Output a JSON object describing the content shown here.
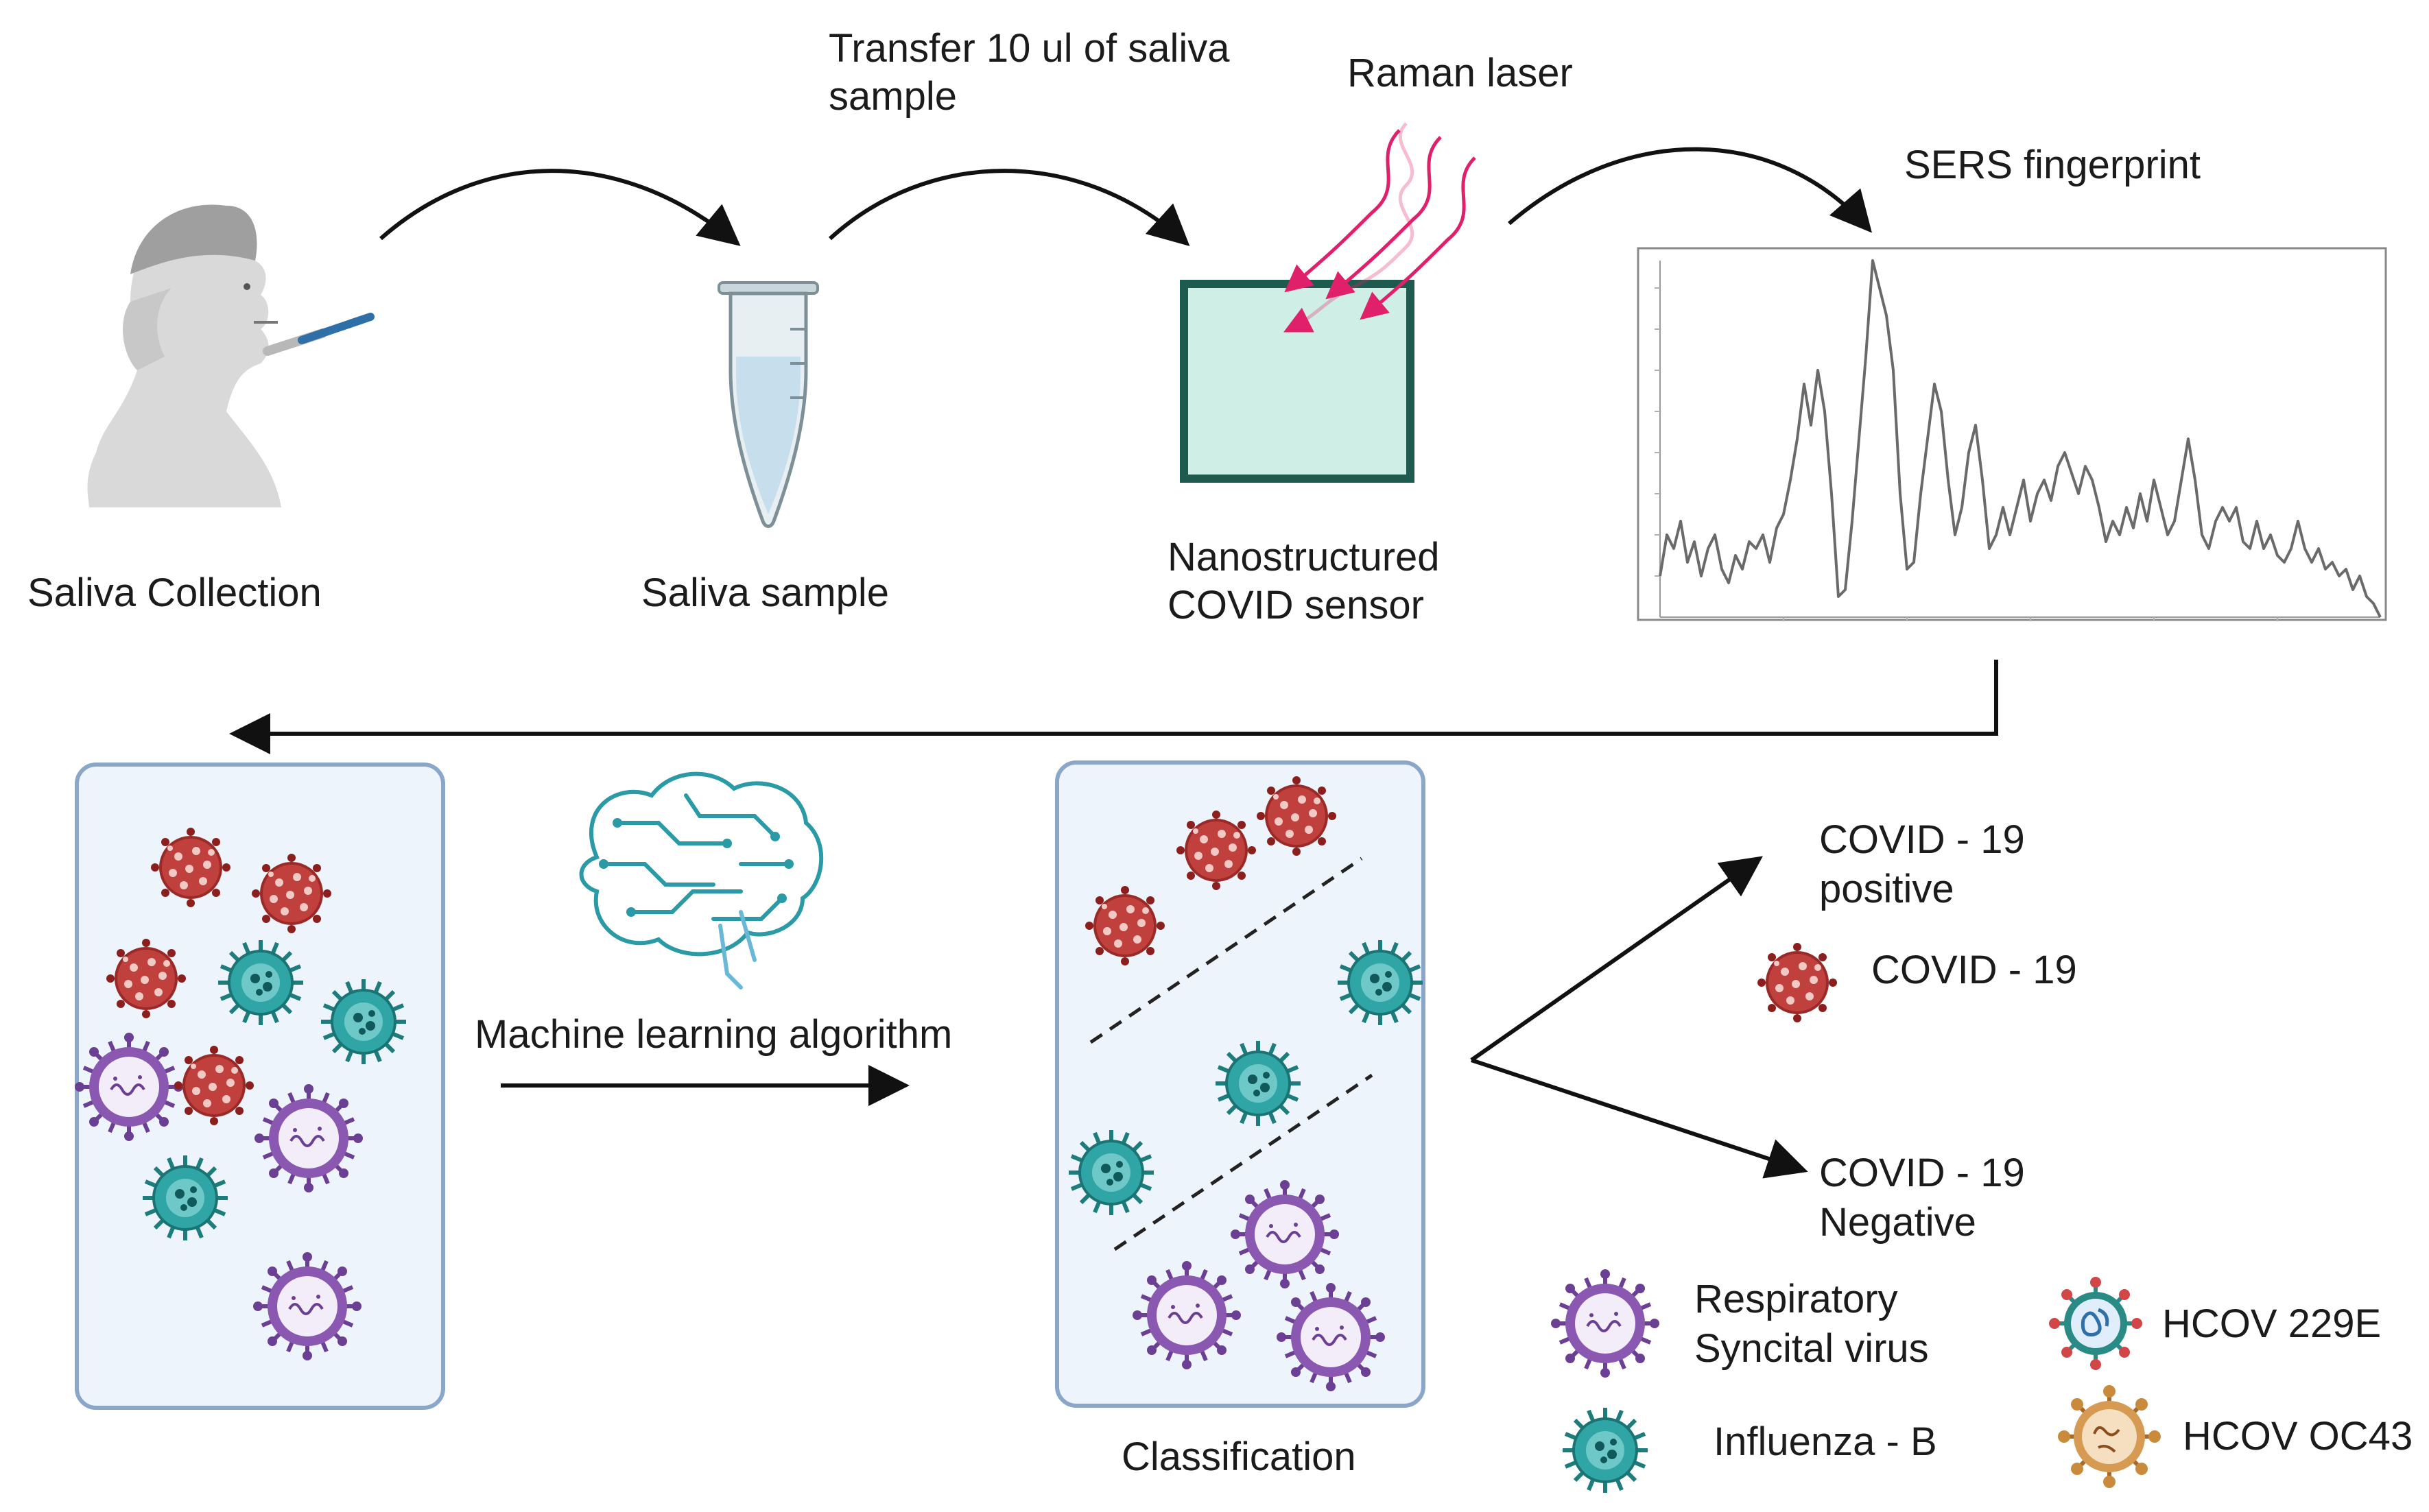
{
  "step_labels": {
    "saliva_collection": "Saliva Collection",
    "saliva_sample": "Saliva sample",
    "transfer_line1": "Transfer 10 ul of saliva",
    "transfer_line2": "sample",
    "raman_laser": "Raman laser",
    "sensor_line1": "Nanostructured",
    "sensor_line2": "COVID sensor",
    "sers_fingerprint": "SERS fingerprint",
    "ml_algorithm": "Machine learning algorithm",
    "classification": "Classification"
  },
  "outcomes": {
    "positive_line1": "COVID - 19",
    "positive_line2": "positive",
    "positive_virus": "COVID - 19",
    "negative_line1": "COVID - 19",
    "negative_line2": "Negative"
  },
  "legend": {
    "rsv_line1": "Respiratory",
    "rsv_line2": "Syncital virus",
    "influenza": "Influenza - B",
    "hcov229e": "HCOV 229E",
    "hcovoc43": "HCOV OC43"
  },
  "colors": {
    "covid": "#c0403e",
    "influenza": "#2a9a9a",
    "rsv": "#8a58b0",
    "hcov229e": "#2f6fa8",
    "hcovoc43": "#c98a3c",
    "laser": "#e0206a",
    "sensor_border": "#1f5a4e",
    "sensor_fill": "#cfeee6",
    "panel_fill": "#eef4fb",
    "panel_border": "#8aa7c9"
  },
  "icons": {
    "person": "person-profile-icon",
    "tube": "microcentrifuge-tube-icon",
    "brain": "circuit-brain-icon",
    "covid": "covid-virus-icon",
    "influenza": "influenza-virus-icon",
    "rsv": "rsv-virus-icon",
    "hcov229e": "hcov229e-virus-icon",
    "hcovoc43": "hcovoc43-virus-icon"
  }
}
